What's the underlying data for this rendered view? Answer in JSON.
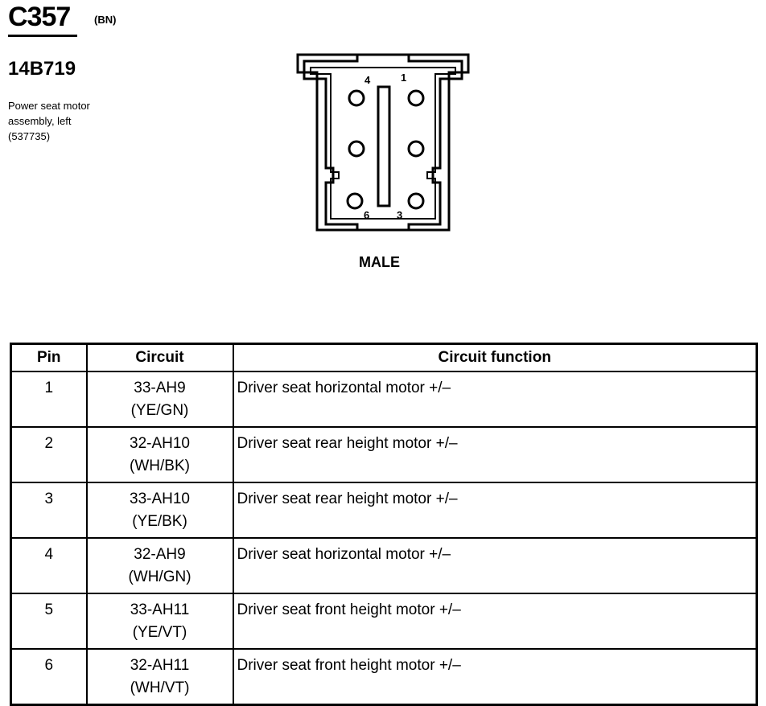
{
  "connector": {
    "id": "C357",
    "color_code": "(BN)",
    "part_number": "14B719",
    "description_lines": [
      "Power seat motor",
      "assembly, left",
      "(537735)"
    ],
    "gender": "MALE",
    "cavity_labels": [
      "4",
      "1",
      "6",
      "3"
    ]
  },
  "table": {
    "headers": [
      "Pin",
      "Circuit",
      "Circuit function"
    ],
    "rows": [
      {
        "pin": "1",
        "circuit": "33-AH9",
        "wire_color": "(YE/GN)",
        "function": "Driver seat horizontal motor +/–"
      },
      {
        "pin": "2",
        "circuit": "32-AH10",
        "wire_color": "(WH/BK)",
        "function": "Driver seat rear height motor +/–"
      },
      {
        "pin": "3",
        "circuit": "33-AH10",
        "wire_color": "(YE/BK)",
        "function": "Driver seat rear height motor +/–"
      },
      {
        "pin": "4",
        "circuit": "32-AH9",
        "wire_color": "(WH/GN)",
        "function": "Driver seat horizontal motor +/–"
      },
      {
        "pin": "5",
        "circuit": "33-AH11",
        "wire_color": "(YE/VT)",
        "function": "Driver seat front height motor +/–"
      },
      {
        "pin": "6",
        "circuit": "32-AH11",
        "wire_color": "(WH/VT)",
        "function": "Driver seat front height motor +/–"
      }
    ]
  }
}
